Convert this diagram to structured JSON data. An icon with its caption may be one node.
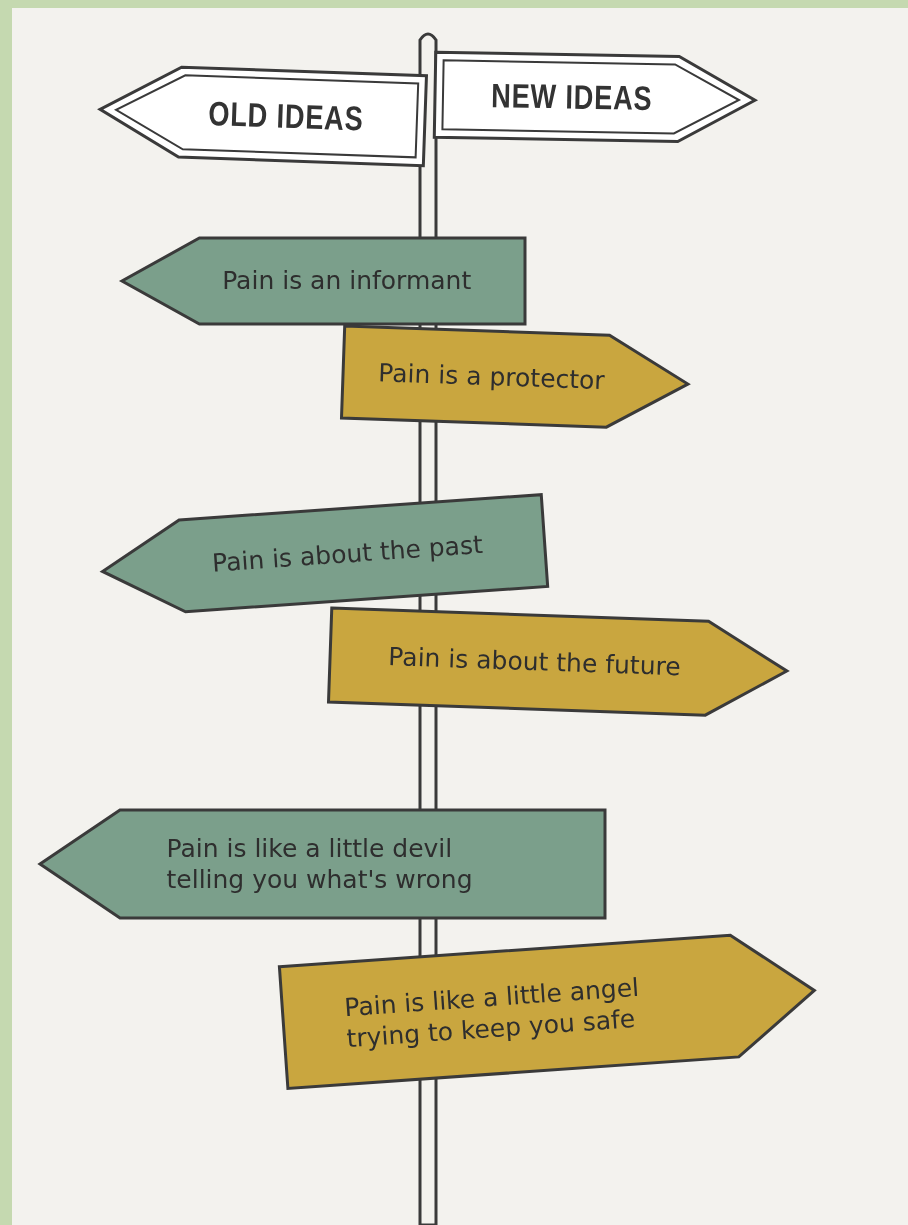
{
  "diagram": {
    "nodes": [
      {
        "text": [
          "OLD IDEAS"
        ]
      },
      {
        "text": [
          "NEW IDEAS"
        ]
      },
      {
        "text": [
          "Pain is an informant"
        ]
      },
      {
        "text": [
          "Pain is a protector"
        ]
      },
      {
        "text": [
          "Pain is about the past"
        ]
      },
      {
        "text": [
          "Pain is about the future"
        ]
      },
      {
        "text": [
          "Pain is like a little devil telling you what's wrong"
        ]
      },
      {
        "text": [
          "Pain is like a little angel trying to keep you safe"
        ]
      }
    ]
  }
}
